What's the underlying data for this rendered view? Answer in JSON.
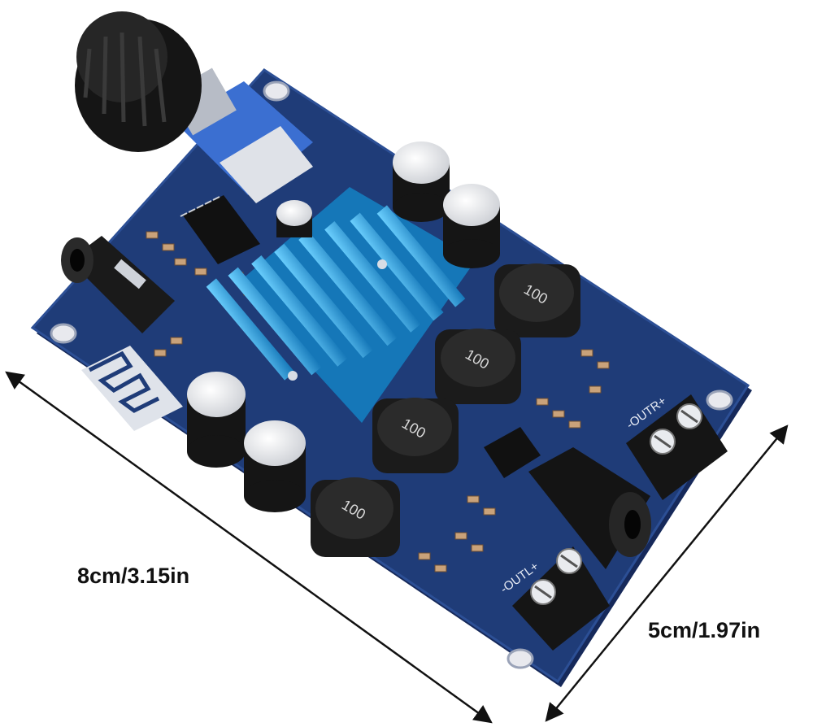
{
  "dimensions": {
    "length_label": "8cm/3.15in",
    "width_label": "5cm/1.97in"
  },
  "silkscreen": {
    "inductor_marking": "100",
    "output_right": "-OUTR+",
    "output_left": "-OUTL+"
  },
  "colors": {
    "background": "#ffffff",
    "pcb": "#1f3c78",
    "pcb_edge": "#16295a",
    "heatsink": "#2a9fd8",
    "connector": "#151515",
    "potentiometer": "#3b6fd1",
    "arrow": "#111111"
  },
  "icons": [
    "bluetooth-antenna-trace",
    "volume-knob",
    "audio-jack",
    "dc-power-jack",
    "screw-terminal"
  ]
}
